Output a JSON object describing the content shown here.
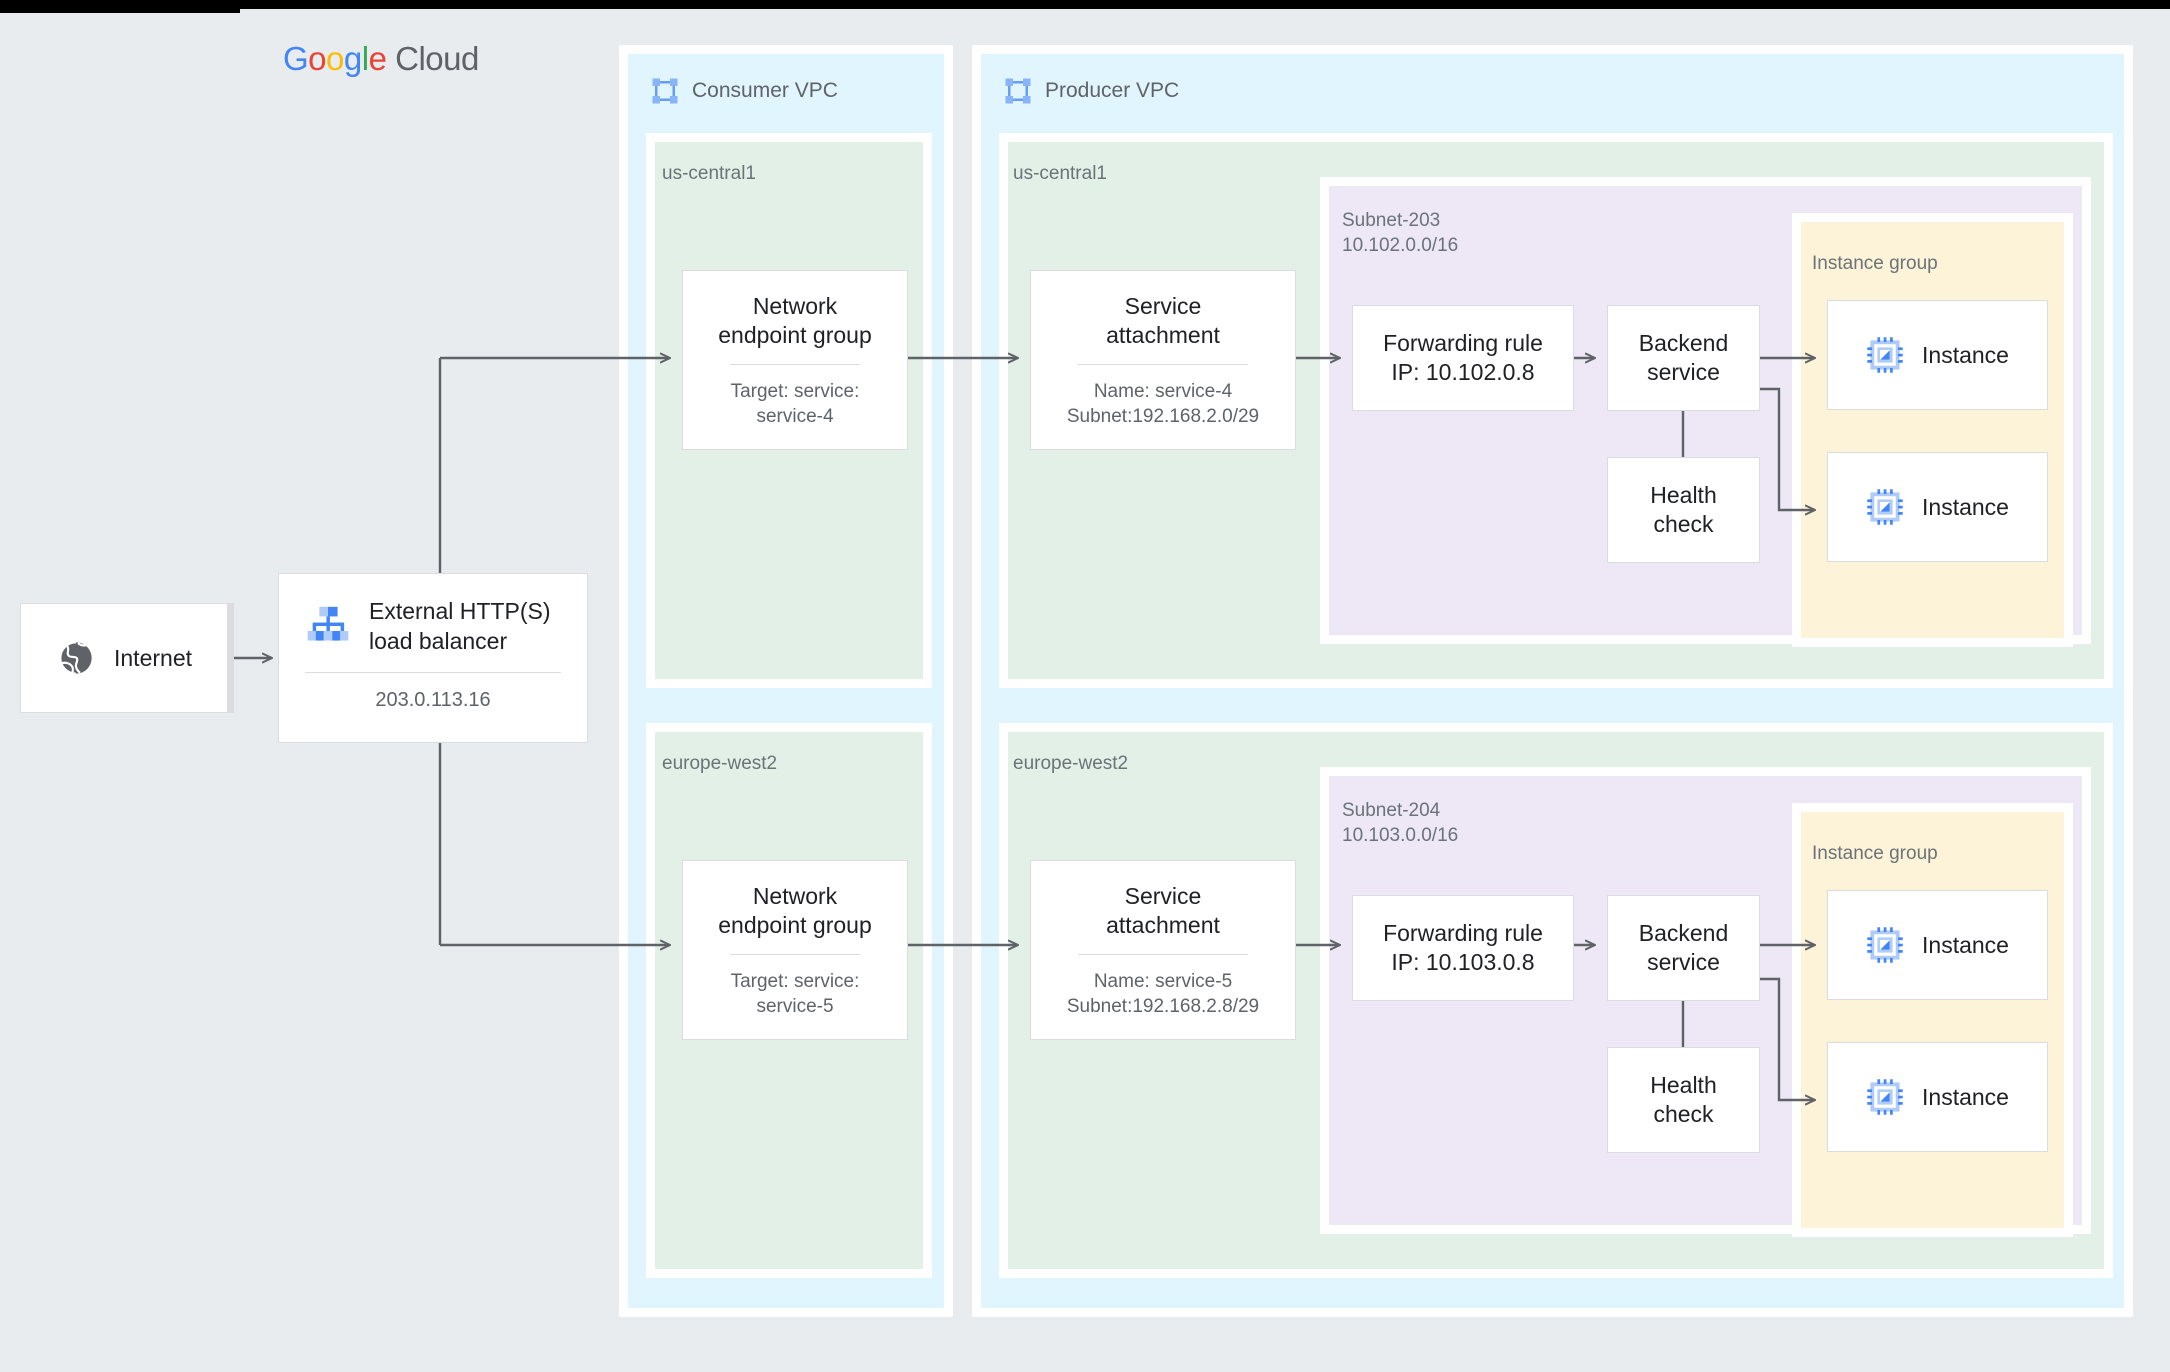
{
  "brand": {
    "google": [
      "G",
      "o",
      "o",
      "g",
      "l",
      "e"
    ],
    "cloud": "Cloud"
  },
  "internet": {
    "label": "Internet",
    "icon": "globe-icon"
  },
  "load_balancer": {
    "title_line1": "External HTTP(S)",
    "title_line2": "load balancer",
    "ip": "203.0.113.16",
    "icon": "load-balancer-icon"
  },
  "vpcs": [
    {
      "name": "Consumer VPC",
      "icon": "vpc-icon"
    },
    {
      "name": "Producer VPC",
      "icon": "vpc-icon"
    }
  ],
  "consumer": {
    "regions": [
      {
        "name": "us-central1",
        "neg": {
          "title_line1": "Network",
          "title_line2": "endpoint group",
          "sub_line1": "Target: service:",
          "sub_line2": "service-4"
        }
      },
      {
        "name": "europe-west2",
        "neg": {
          "title_line1": "Network",
          "title_line2": "endpoint group",
          "sub_line1": "Target: service:",
          "sub_line2": "service-5"
        }
      }
    ]
  },
  "producer": {
    "regions": [
      {
        "name": "us-central1",
        "service_attachment": {
          "title_line1": "Service",
          "title_line2": "attachment",
          "sub_line1": "Name: service-4",
          "sub_line2": "Subnet:192.168.2.0/29"
        },
        "subnet": {
          "name": "Subnet-203",
          "cidr": "10.102.0.0/16",
          "forwarding_rule": {
            "title_line1": "Forwarding rule",
            "title_line2": "IP: 10.102.0.8"
          },
          "backend_service": {
            "title_line1": "Backend",
            "title_line2": "service"
          },
          "health_check": {
            "title_line1": "Health",
            "title_line2": "check"
          },
          "instance_group": {
            "label": "Instance group",
            "instances": [
              {
                "label": "Instance",
                "icon": "instance-chip-icon"
              },
              {
                "label": "Instance",
                "icon": "instance-chip-icon"
              }
            ]
          }
        }
      },
      {
        "name": "europe-west2",
        "service_attachment": {
          "title_line1": "Service",
          "title_line2": "attachment",
          "sub_line1": "Name: service-5",
          "sub_line2": "Subnet:192.168.2.8/29"
        },
        "subnet": {
          "name": "Subnet-204",
          "cidr": "10.103.0.0/16",
          "forwarding_rule": {
            "title_line1": "Forwarding rule",
            "title_line2": "IP: 10.103.0.8"
          },
          "backend_service": {
            "title_line1": "Backend",
            "title_line2": "service"
          },
          "health_check": {
            "title_line1": "Health",
            "title_line2": "check"
          },
          "instance_group": {
            "label": "Instance group",
            "instances": [
              {
                "label": "Instance",
                "icon": "instance-chip-icon"
              },
              {
                "label": "Instance",
                "icon": "instance-chip-icon"
              }
            ]
          }
        }
      }
    ]
  },
  "colors": {
    "canvas": "#e8ecee",
    "vpc": "#e1f5fe",
    "region": "#e3f0e7",
    "subnet": "#ede7f6",
    "instance_group": "#fdf3d9",
    "connector": "#5f6368",
    "google_blue": "#4285f4",
    "google_red": "#ea4335",
    "google_yellow": "#fbbc05",
    "google_green": "#34a853"
  }
}
